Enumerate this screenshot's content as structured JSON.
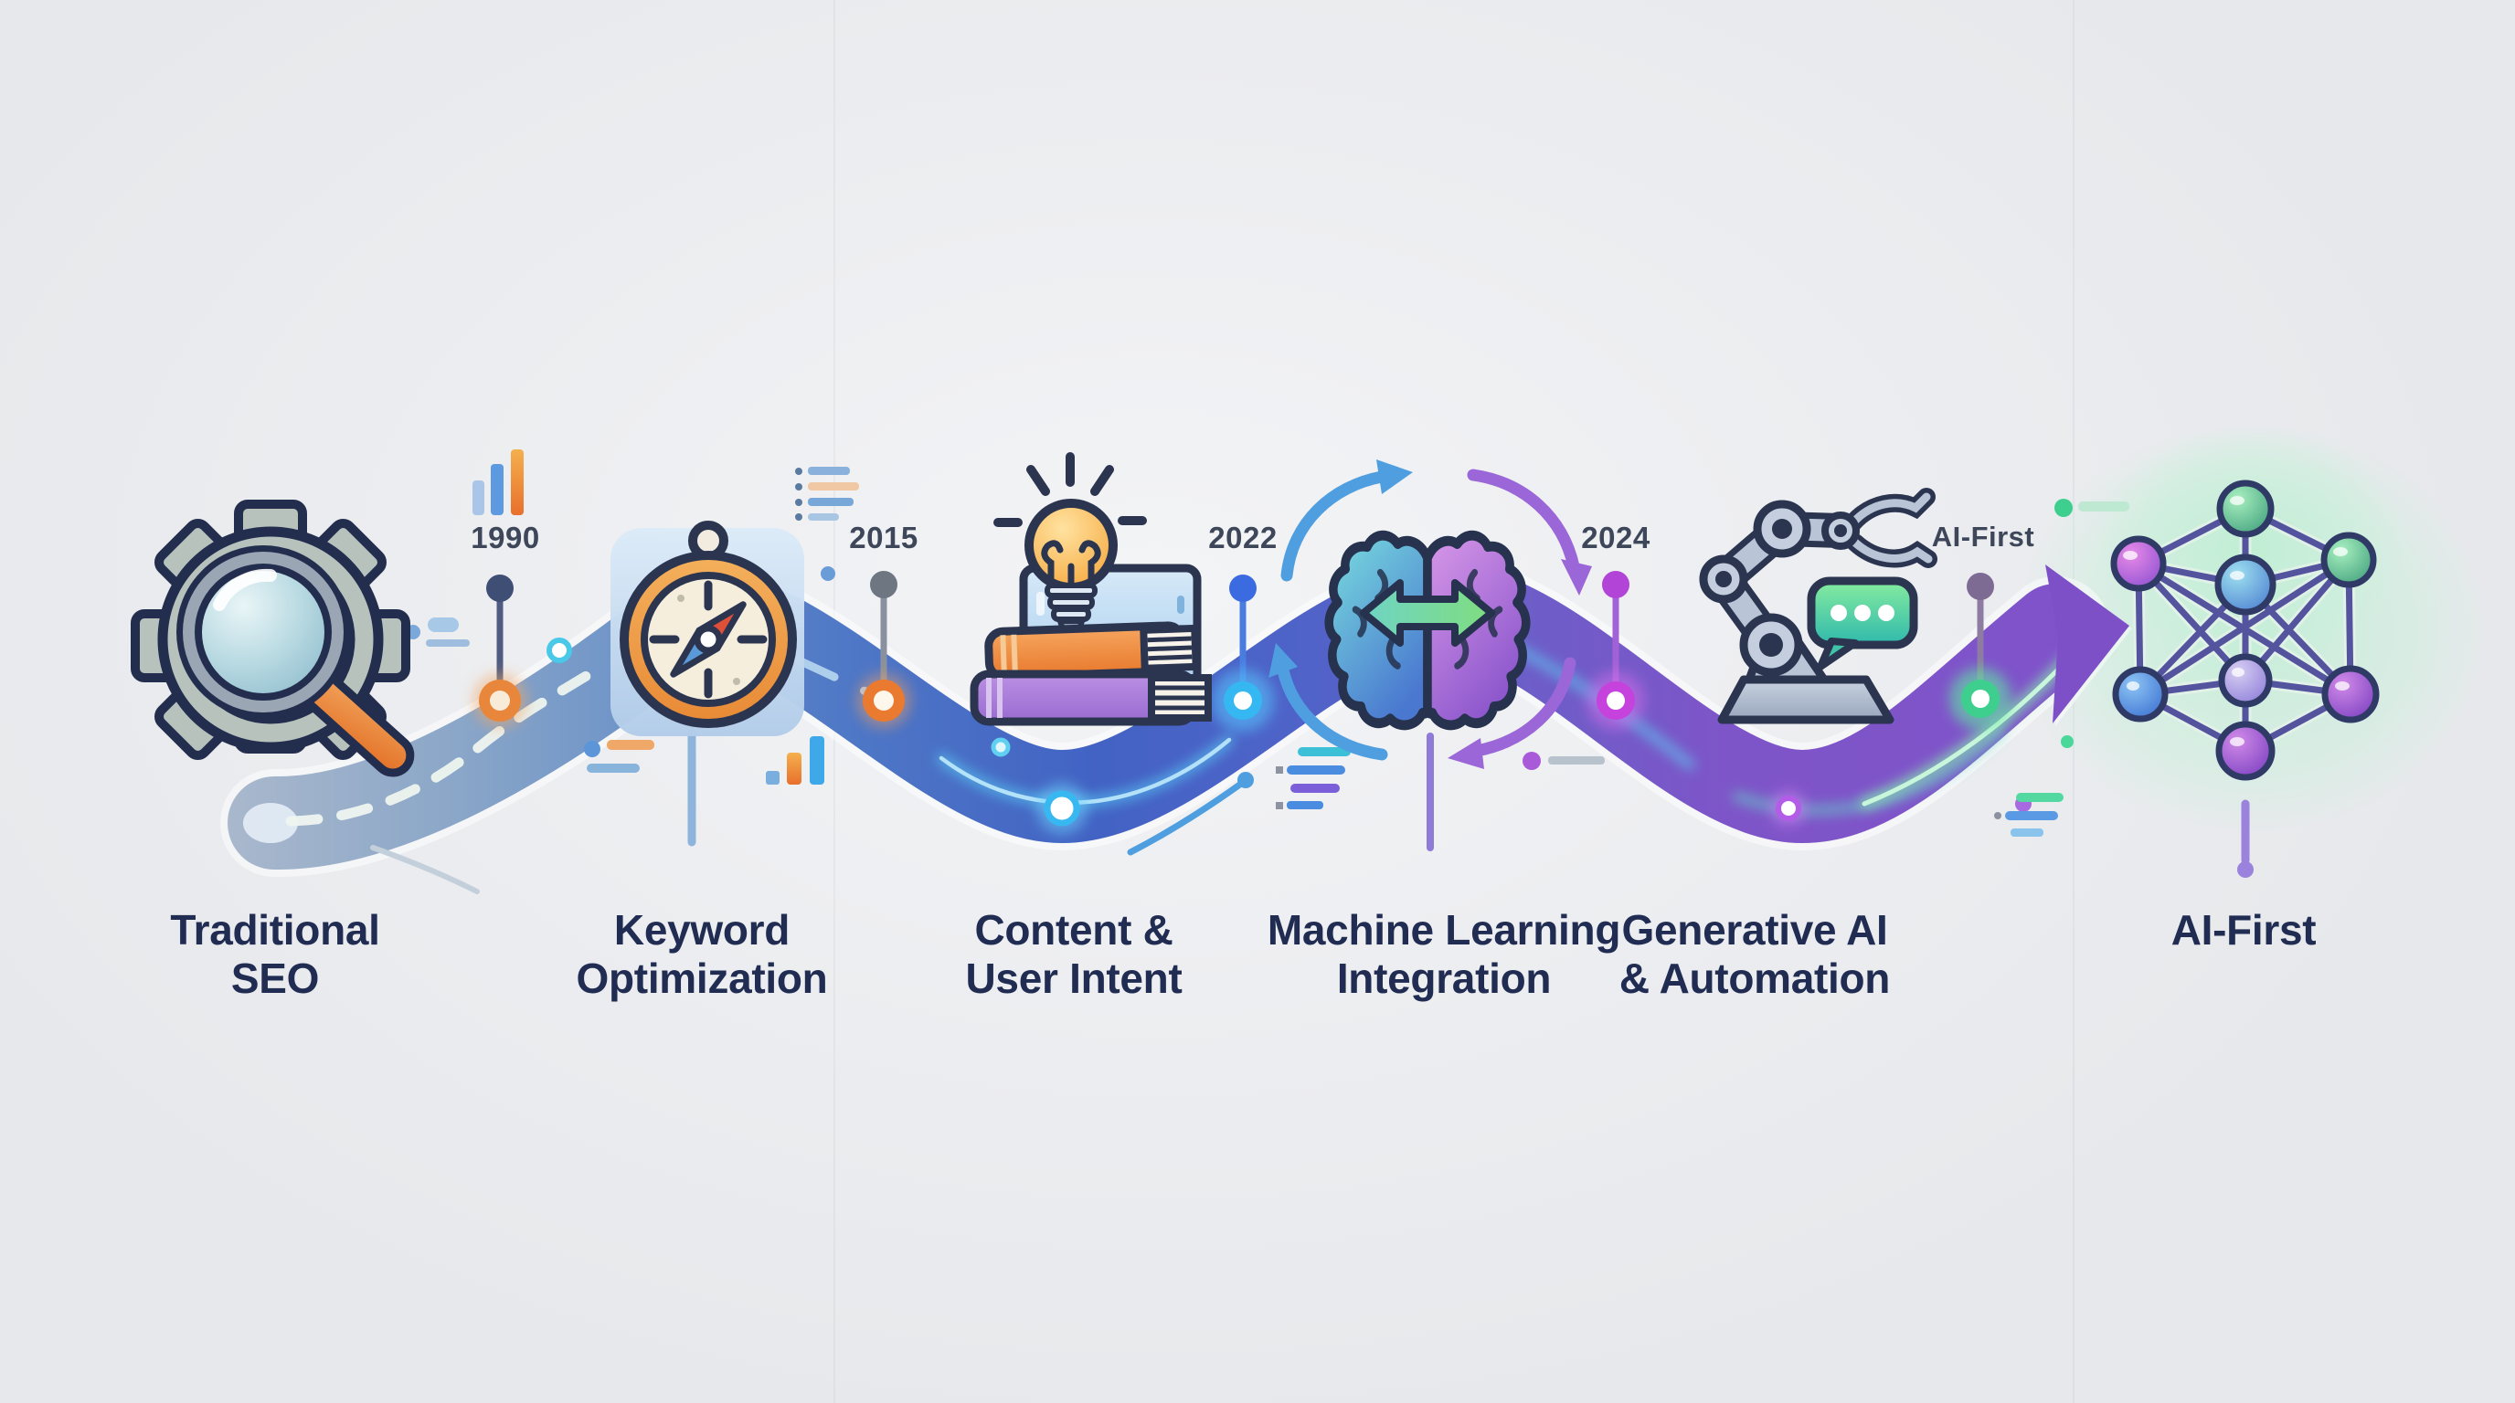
{
  "milestones": [
    {
      "year": "1990",
      "dot_color": "#3f4e74",
      "stick_color": "#4d5c80",
      "node_color": "#e8873c",
      "node_inner": "#f8ecd8"
    },
    {
      "year": "2015",
      "dot_color": "#6e7682",
      "stick_color": "#8a919e",
      "node_color": "#ea7a30",
      "node_inner": "#fdf6ea"
    },
    {
      "year": "2022",
      "dot_color": "#3b6be0",
      "stick_color": "#4a7ce0",
      "node_color": "#35b7f2",
      "node_inner": "#ffffff"
    },
    {
      "year": "2024",
      "dot_color": "#b245d8",
      "stick_color": "#a361d8",
      "node_color": "#c542dc",
      "node_inner": "#ffffff"
    },
    {
      "year": "AI-First",
      "dot_color": "#7e6b94",
      "stick_color": "#8d7ba2",
      "node_color": "#3ecf8e",
      "node_inner": "#ffffff"
    }
  ],
  "stages": [
    {
      "label": "Traditional\nSEO",
      "icon": "gear-magnifier-icon"
    },
    {
      "label": "Keyword\nOptimization",
      "icon": "compass-icon"
    },
    {
      "label": "Content &\nUser Intent",
      "icon": "books-lightbulb-icon"
    },
    {
      "label": "Machine Learning\nIntegration",
      "icon": "split-brain-icon"
    },
    {
      "label": "Generative AI\n& Automation",
      "icon": "robot-arm-chat-icon"
    },
    {
      "label": "AI-First",
      "icon": "neural-network-icon"
    }
  ],
  "path_colors": {
    "start": "#a9b8cc",
    "blue": "#4263c4",
    "purple": "#7e50c8",
    "glow_cyan": "#58cdf5",
    "glow_green": "#86e8ae"
  }
}
